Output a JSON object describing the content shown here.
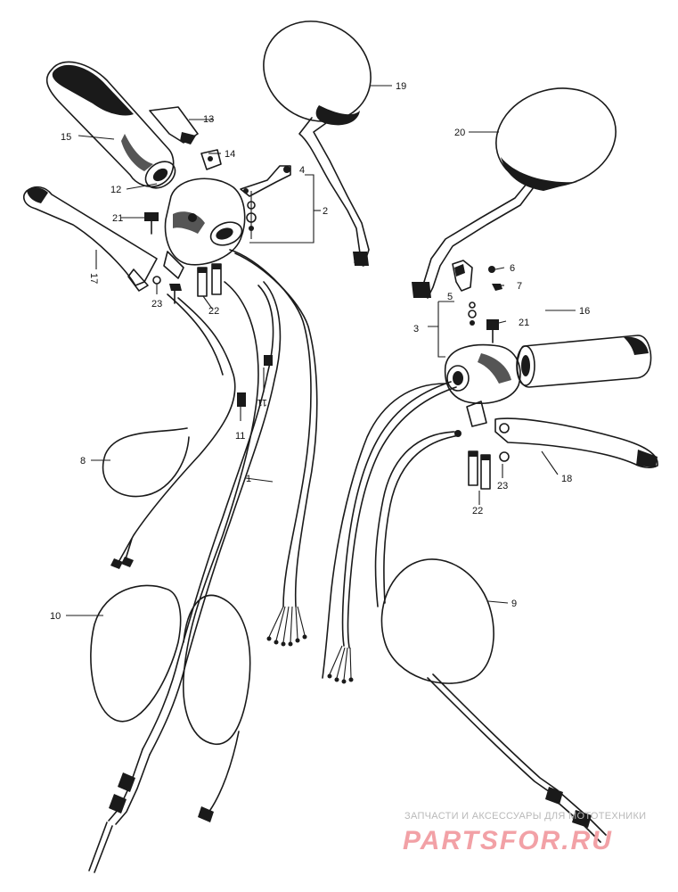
{
  "labels": {
    "p1": "1",
    "p2": "2",
    "p3": "3",
    "p4": "4",
    "p5": "5",
    "p6": "6",
    "p7": "7",
    "p8": "8",
    "p9": "9",
    "p10": "10",
    "p11a": "11",
    "p11b": "11",
    "p12": "12",
    "p13": "13",
    "p14": "14",
    "p15": "15",
    "p16": "16",
    "p17": "17",
    "p18": "18",
    "p19": "19",
    "p20": "20",
    "p21a": "21",
    "p21b": "21",
    "p22a": "22",
    "p22b": "22",
    "p23a": "23",
    "p23b": "23"
  },
  "watermark": {
    "tagline": "ЗАПЧАСТИ И АКСЕССУАРЫ ДЛЯ МОТОТЕХНИКИ",
    "brand": "PARTSFOR.RU"
  }
}
